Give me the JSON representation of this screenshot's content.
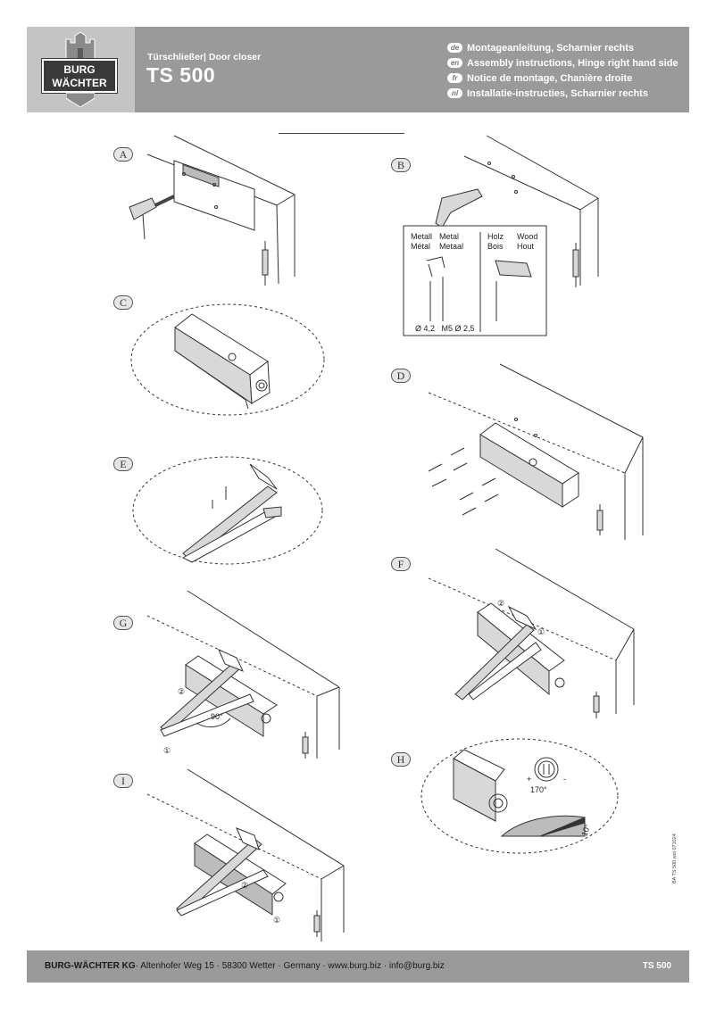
{
  "header": {
    "logo_line1": "BURG",
    "logo_line2": "WÄCHTER",
    "subtitle": "Türschließer| Door closer",
    "title": "TS 500",
    "languages": [
      {
        "code": "de",
        "text": "Montageanleitung, Scharnier rechts"
      },
      {
        "code": "en",
        "text": "Assembly instructions, Hinge right hand side"
      },
      {
        "code": "fr",
        "text": "Notice de montage, Chanière droite"
      },
      {
        "code": "nl",
        "text": "Installatie-instructies, Scharnier rechts"
      }
    ]
  },
  "steps": {
    "A": "A",
    "B": "B",
    "C": "C",
    "D": "D",
    "E": "E",
    "F": "F",
    "G": "G",
    "H": "H",
    "I": "I"
  },
  "drill_box": {
    "metal_col1": "Metall\nMétal",
    "metal_col2": "Metal\nMetaal",
    "wood_col1": "Holz\nBois",
    "wood_col2": "Wood\nHout",
    "metal_sizes": "Ø 4,2   M5 Ø 2,5"
  },
  "annotations": {
    "angle_90": "90°",
    "angle_170": "170°",
    "angle_10": "10°",
    "num1": "①",
    "num2": "②",
    "plus": "+",
    "minus": "-"
  },
  "side_code": "BA TS 500 wst 071024",
  "footer": {
    "company": "BURG-WÄCHTER KG",
    "address": "· Altenhofer Weg 15 · 58300 Wetter · Germany · www.burg.biz · info@burg.biz",
    "product": "TS 500"
  }
}
